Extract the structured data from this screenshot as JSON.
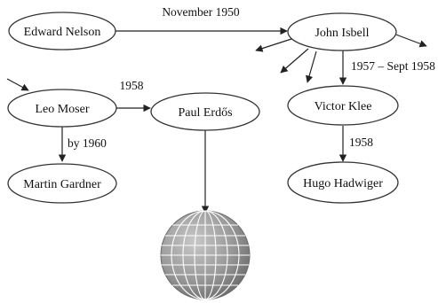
{
  "nodes": {
    "edward_nelson": "Edward Nelson",
    "john_isbell": "John Isbell",
    "leo_moser": "Leo Moser",
    "paul_erdos": "Paul Erdős",
    "victor_klee": "Victor Klee",
    "martin_gardner": "Martin Gardner",
    "hugo_hadwiger": "Hugo Hadwiger"
  },
  "edge_labels": {
    "nelson_isbell": "November 1950",
    "moser_erdos": "1958",
    "moser_gardner": "by 1960",
    "isbell_klee": "1957 – Sept 1958",
    "klee_hadwiger": "1958"
  },
  "icons": {
    "world": "globe-icon"
  }
}
